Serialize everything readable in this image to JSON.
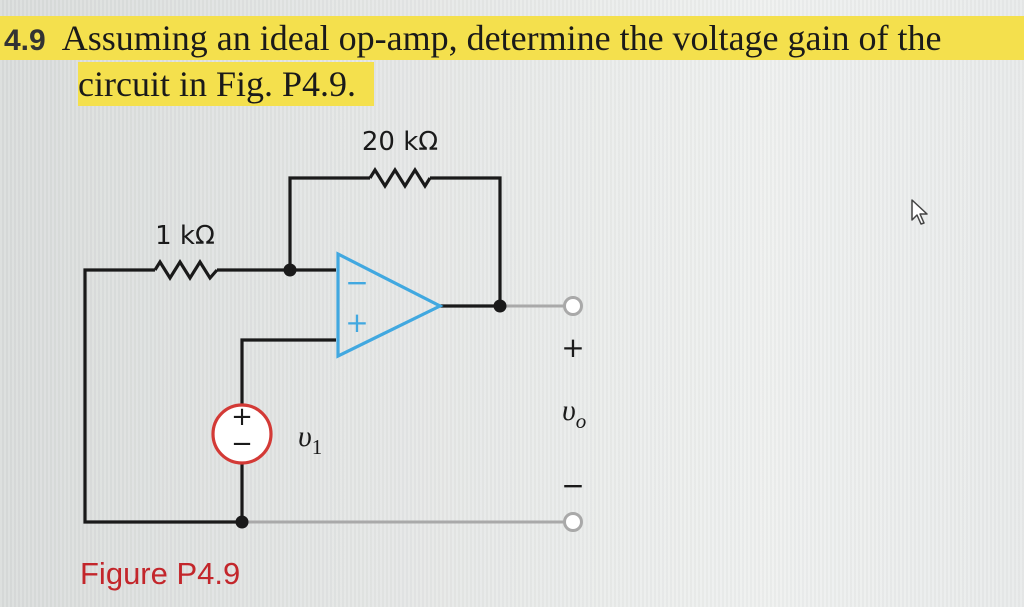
{
  "problem": {
    "number": "4.9",
    "text_line1": "Assuming an ideal op-amp, determine the voltage gain of the",
    "text_line2": "circuit in Fig. P4.9."
  },
  "figure": {
    "feedback_resistor_label": "20 kΩ",
    "input_resistor_label": "1 kΩ",
    "opamp_minus": "−",
    "opamp_plus": "+",
    "source_plus": "+",
    "source_minus": "−",
    "source_label_main": "υ",
    "source_label_sub": "1",
    "output_plus": "+",
    "output_label_main": "υ",
    "output_label_sub": "o",
    "output_minus": "−",
    "caption": "Figure P4.9"
  },
  "colors": {
    "highlight": "#f4e04d",
    "opamp": "#41a8e0",
    "source": "#d33a36",
    "caption": "#c3262b",
    "wire": "#1a1a1a",
    "terminal_wire": "#a9a9a9"
  },
  "icons": {
    "cursor": "mouse-pointer-icon"
  }
}
